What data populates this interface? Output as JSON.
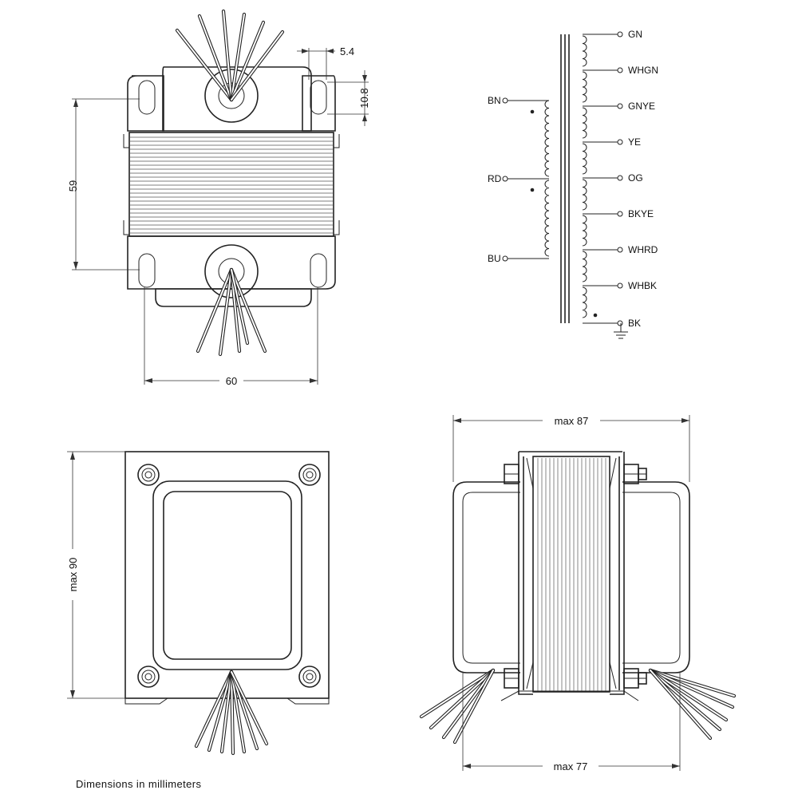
{
  "dimensions": {
    "lug_slot_width": "5.4",
    "lug_slot_height": "10.8",
    "mount_spacing_vertical": "59",
    "mount_spacing_horizontal": "60",
    "max_height": "max 90",
    "max_width": "max 87",
    "max_depth": "max 77"
  },
  "schematic": {
    "primary_leads": [
      "BN",
      "RD",
      "BU"
    ],
    "secondary_leads": [
      "GN",
      "WHGN",
      "GNYE",
      "YE",
      "OG",
      "BKYE",
      "WHRD",
      "WHBK",
      "BK"
    ]
  },
  "caption": "Dimensions  in  millimeters"
}
